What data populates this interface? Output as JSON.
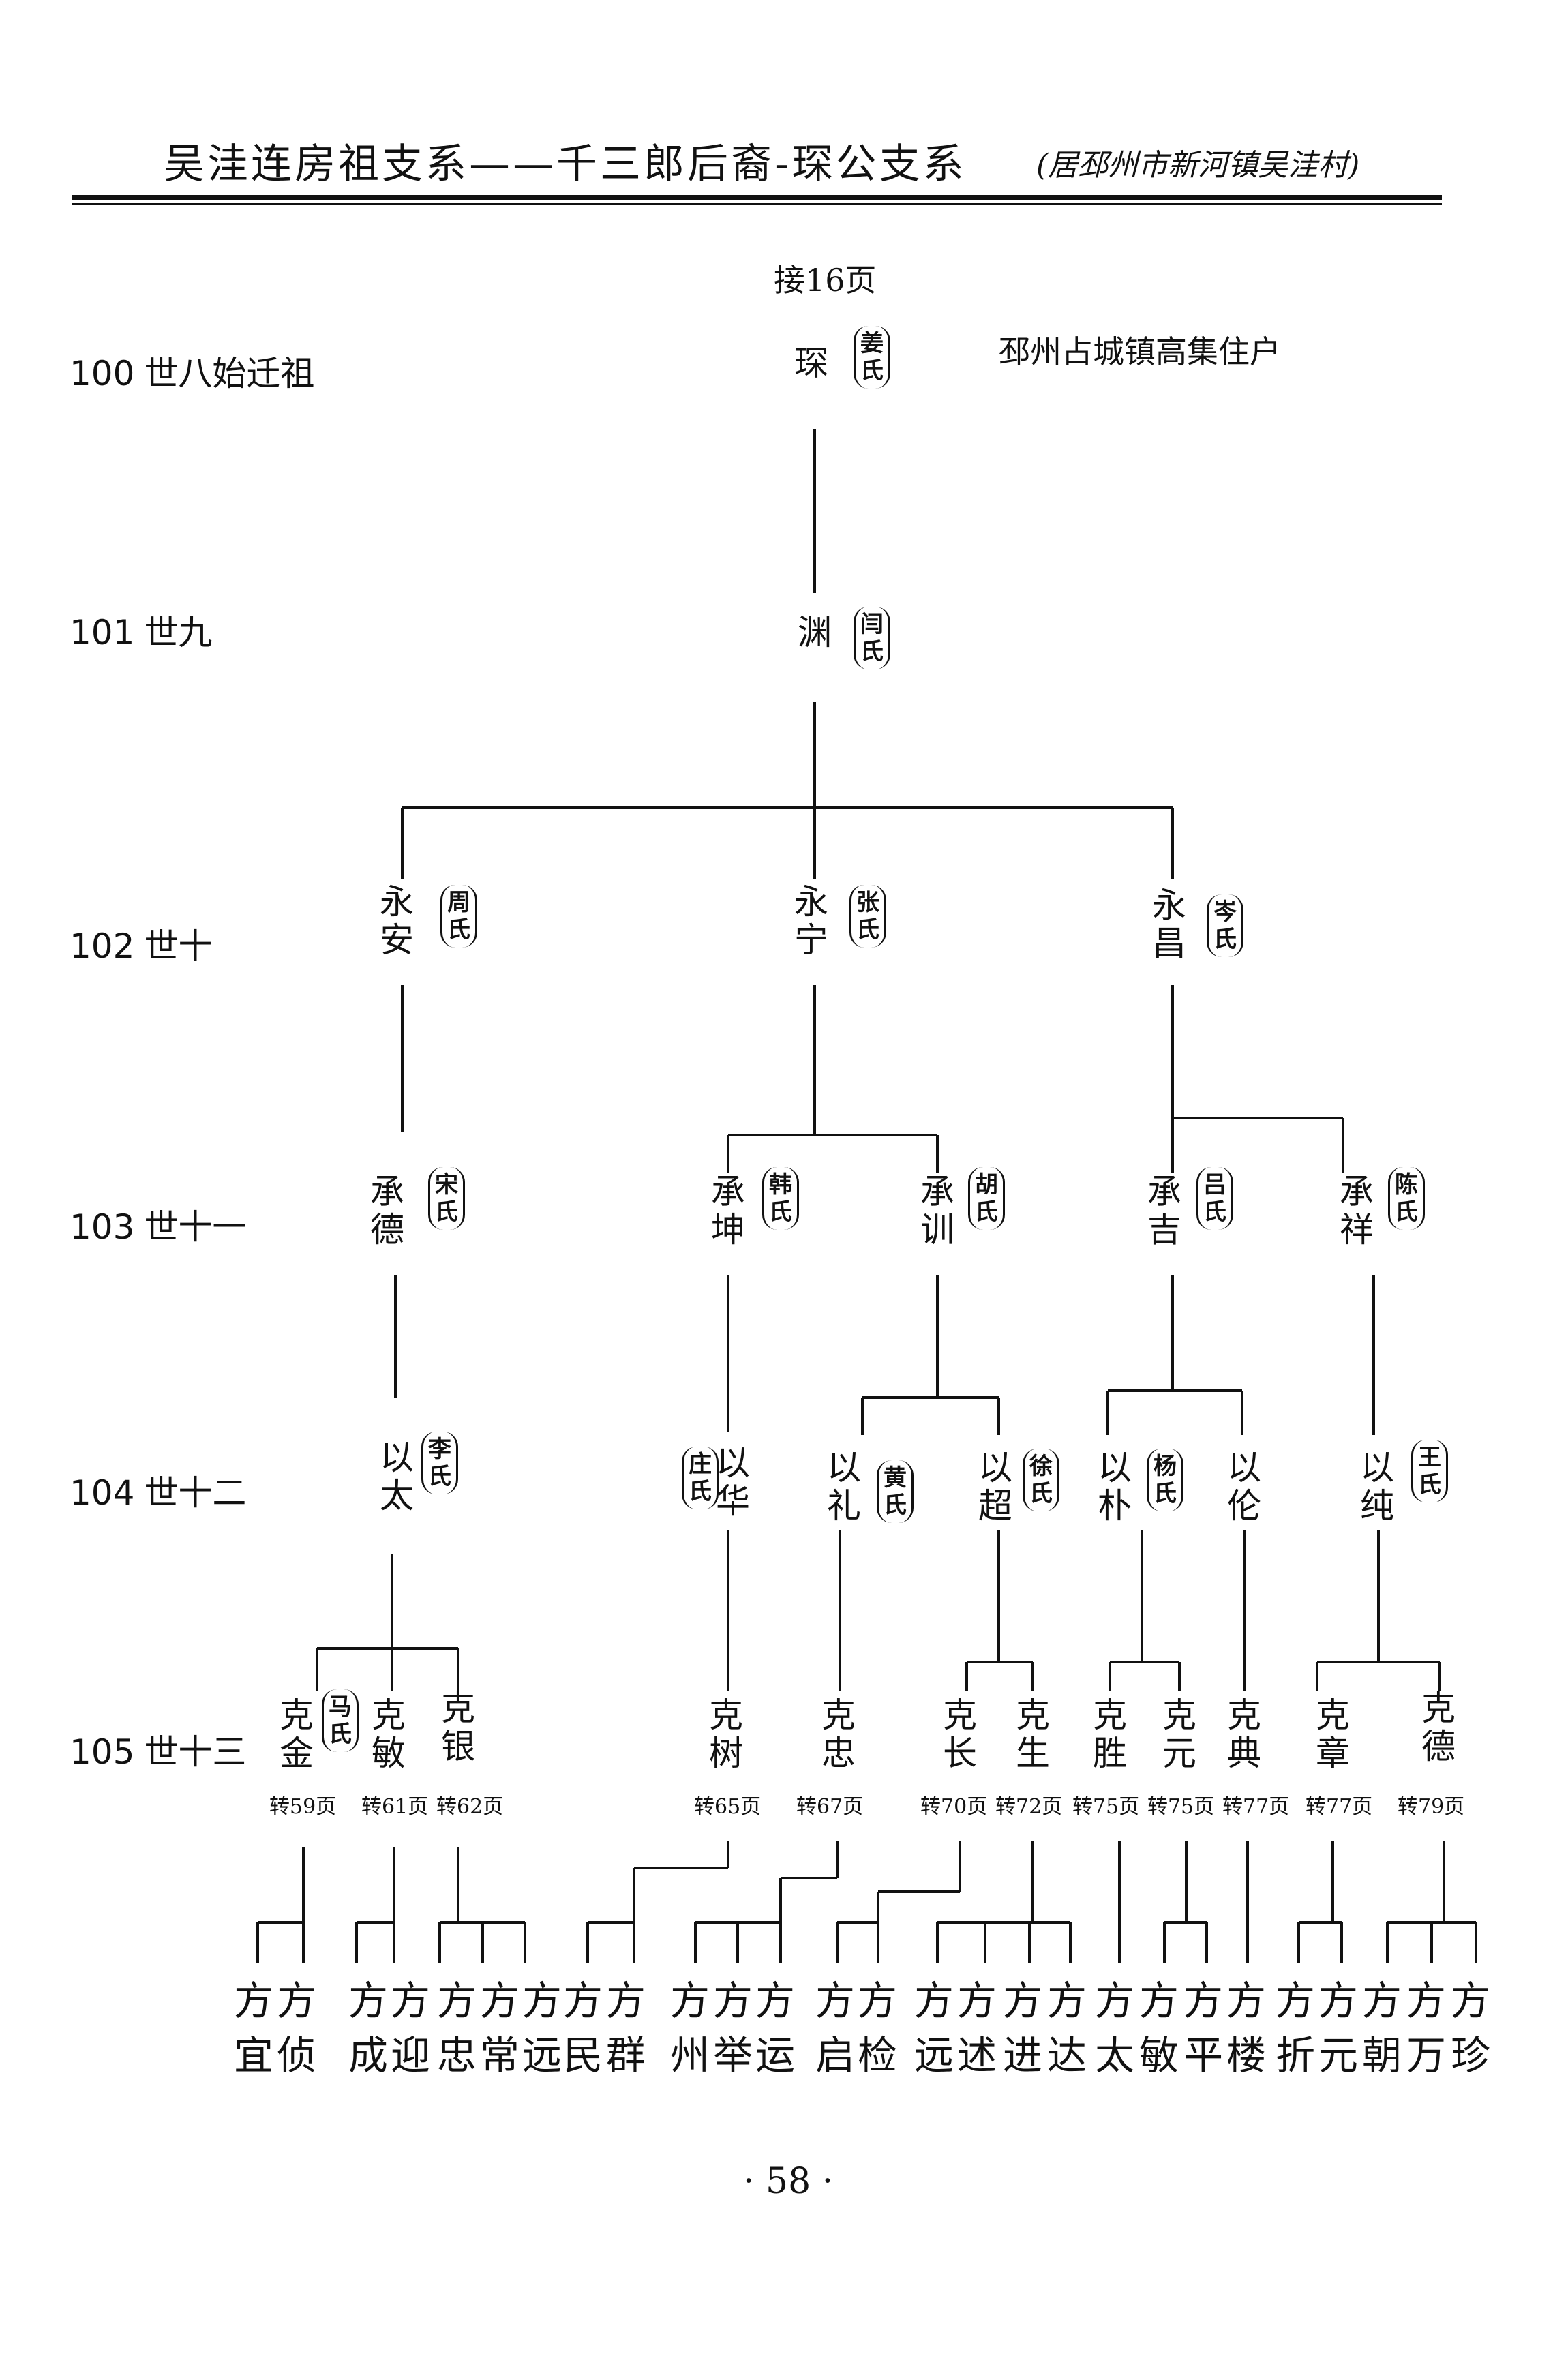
{
  "header": {
    "title": "吴洼连房祖支系——千三郎后裔-琛公支系",
    "subtitle": "(居邳州市新河镇吴洼村)"
  },
  "continuation": "接16页",
  "location_note": "邳州占城镇高集住户",
  "generations": [
    {
      "num": "100",
      "label": "世八始迁祖"
    },
    {
      "num": "101",
      "label": "世九"
    },
    {
      "num": "102",
      "label": "世十"
    },
    {
      "num": "103",
      "label": "世十一"
    },
    {
      "num": "104",
      "label": "世十二"
    },
    {
      "num": "105",
      "label": "世十三"
    }
  ],
  "persons": {
    "chen": {
      "name": "琛",
      "wife": "姜氏"
    },
    "yuan": {
      "name": "渊",
      "wife": "闫氏"
    },
    "yongan": {
      "name": "永安",
      "wife": "周氏"
    },
    "yongning": {
      "name": "永宁",
      "wife": "张氏"
    },
    "yongchang": {
      "name": "永昌",
      "wife": "岑氏"
    },
    "chengde": {
      "name": "承德",
      "wife": "宋氏"
    },
    "chengkun": {
      "name": "承坤",
      "wife": "韩氏"
    },
    "chengxun": {
      "name": "承训",
      "wife": "胡氏"
    },
    "chengji": {
      "name": "承吉",
      "wife": "吕氏"
    },
    "chengxiang": {
      "name": "承祥",
      "wife": "陈氏"
    },
    "yitai": {
      "name": "以太",
      "wife": "李氏"
    },
    "yihua": {
      "name": "以华",
      "wife": "庄氏"
    },
    "yili": {
      "name": "以礼",
      "wife": "黄氏"
    },
    "yichao": {
      "name": "以超",
      "wife": "徐氏"
    },
    "yipu": {
      "name": "以朴",
      "wife": "杨氏"
    },
    "yilun": {
      "name": "以伦",
      "wife": ""
    },
    "yichun": {
      "name": "以纯",
      "wife": "王氏"
    },
    "kejin": {
      "name": "克金",
      "wife": "马氏"
    },
    "kemin": {
      "name": "克敏",
      "wife": ""
    },
    "keyin": {
      "name": "克银",
      "wife": ""
    },
    "keshu": {
      "name": "克树",
      "wife": ""
    },
    "kezhong": {
      "name": "克忠",
      "wife": ""
    },
    "kechang": {
      "name": "克长",
      "wife": ""
    },
    "kesheng": {
      "name": "克生",
      "wife": ""
    },
    "kesheng2": {
      "name": "克胜",
      "wife": ""
    },
    "keyuan": {
      "name": "克元",
      "wife": ""
    },
    "kedian": {
      "name": "克典",
      "wife": ""
    },
    "kezhang": {
      "name": "克章",
      "wife": ""
    },
    "kede": {
      "name": "克德",
      "wife": ""
    }
  },
  "page_refs": [
    "转59页",
    "转61页",
    "转62页",
    "转65页",
    "转67页",
    "转70页",
    "转72页",
    "转75页",
    "转75页",
    "转77页",
    "转77页",
    "转79页"
  ],
  "descendants": [
    "方宜",
    "方侦",
    "方成",
    "方迎",
    "方忠",
    "方常",
    "方远",
    "方民",
    "方群",
    "方州",
    "方举",
    "方运",
    "方启",
    "方检",
    "方远",
    "方述",
    "方进",
    "方达",
    "方太",
    "方敏",
    "方平",
    "方楼",
    "方折",
    "方元",
    "方朝",
    "方万",
    "方珍"
  ],
  "page_number": "· 58 ·"
}
